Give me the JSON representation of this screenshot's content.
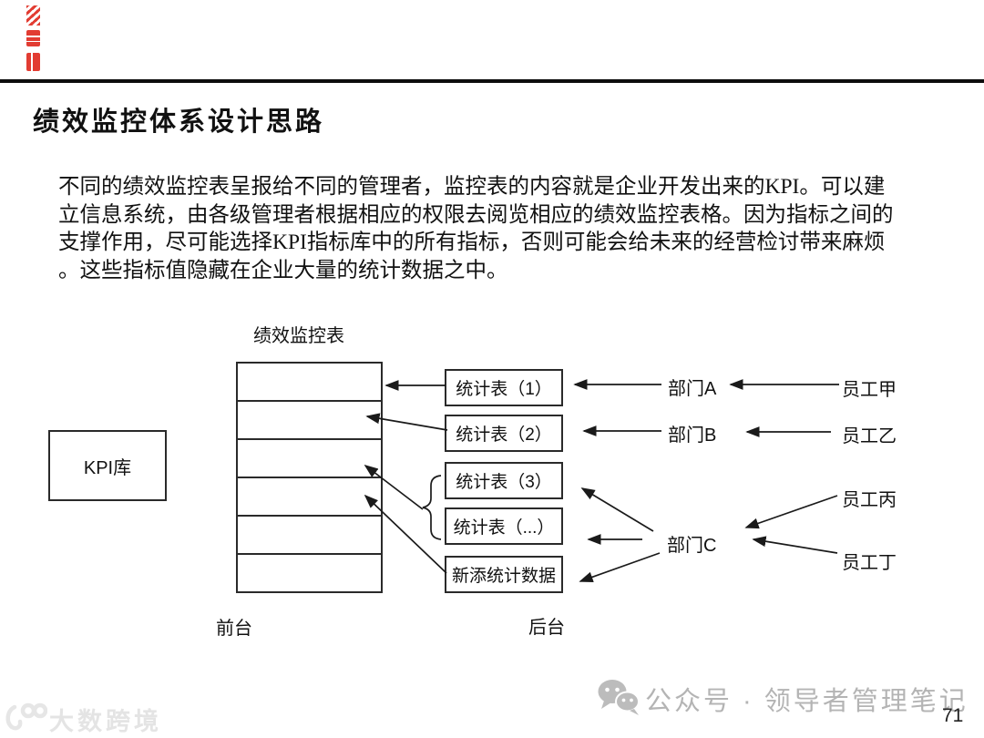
{
  "slide": {
    "title": "绩效监控体系设计思路",
    "paragraph_lines": [
      "不同的绩效监控表呈报给不同的管理者，监控表的内容就是企业开发出来的KPI。可以建",
      "立信息系统，由各级管理者根据相应的权限去阅览相应的绩效监控表格。因为指标之间的",
      "支撑作用，尽可能选择KPI指标库中的所有指标，否则可能会给未来的经营检讨带来麻烦",
      "。这些指标值隐藏在企业大量的统计数据之中。"
    ],
    "page_number": "71"
  },
  "diagram": {
    "table_label": "绩效监控表",
    "kpi_box_label": "KPI库",
    "table_row_count": 6,
    "stat_boxes": [
      "统计表（1）",
      "统计表（2）",
      "统计表（3）",
      "统计表（...）",
      "新添统计数据"
    ],
    "departments": [
      "部门A",
      "部门B",
      "部门C"
    ],
    "employees": [
      "员工甲",
      "员工乙",
      "员工丙",
      "员工丁"
    ],
    "front_label": "前台",
    "back_label": "后台"
  },
  "footer": {
    "watermark_text": "大数跨境",
    "wechat_label": "公众号 · 领导者管理笔记"
  },
  "icons": {
    "red_seal": "red-seal-watermark",
    "wechat": "wechat-bubbles-icon",
    "watermark_logo": "100-swoosh-logo"
  },
  "colors": {
    "seal_red": "#e23c32",
    "line_black": "#1a1a1a",
    "footer_gray": "#b4b4b4",
    "watermark_gray": "#e4e4e4"
  }
}
